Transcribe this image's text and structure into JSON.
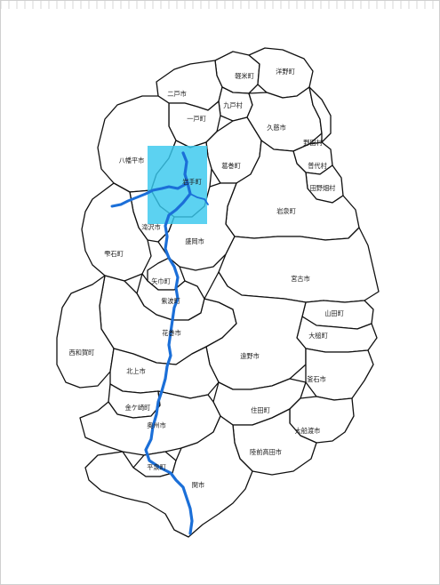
{
  "map": {
    "highlight_color": "#38c8ee",
    "river_color": "#1b6fd8",
    "labels": [
      {
        "key": "karumai",
        "text": "軽米町"
      },
      {
        "key": "hirono",
        "text": "洋野町"
      },
      {
        "key": "ninohe",
        "text": "二戸市"
      },
      {
        "key": "kunohe",
        "text": "九戸村"
      },
      {
        "key": "ichinohe",
        "text": "一戸町"
      },
      {
        "key": "kuji",
        "text": "久慈市"
      },
      {
        "key": "noda",
        "text": "野田村"
      },
      {
        "key": "hachimantai",
        "text": "八幡平市"
      },
      {
        "key": "kuzumaki",
        "text": "葛巻町"
      },
      {
        "key": "fudai",
        "text": "普代村"
      },
      {
        "key": "iwate",
        "text": "岩手町"
      },
      {
        "key": "tanohata",
        "text": "田野畑村"
      },
      {
        "key": "iwaizumi",
        "text": "岩泉町"
      },
      {
        "key": "takizawa",
        "text": "滝沢市"
      },
      {
        "key": "morioka",
        "text": "盛岡市"
      },
      {
        "key": "shizukuishi",
        "text": "雫石町"
      },
      {
        "key": "miyako",
        "text": "宮古市"
      },
      {
        "key": "yahaba",
        "text": "矢巾町"
      },
      {
        "key": "shiwa",
        "text": "紫波町"
      },
      {
        "key": "yamada",
        "text": "山田町"
      },
      {
        "key": "hanamaki",
        "text": "花巻市"
      },
      {
        "key": "otsuchi",
        "text": "大槌町"
      },
      {
        "key": "nishiwaga",
        "text": "西和賀町"
      },
      {
        "key": "tono",
        "text": "遠野市"
      },
      {
        "key": "kitakami",
        "text": "北上市"
      },
      {
        "key": "kamaishi",
        "text": "釜石市"
      },
      {
        "key": "kanegasaki",
        "text": "金ケ崎町"
      },
      {
        "key": "sumita",
        "text": "住田町"
      },
      {
        "key": "oshu",
        "text": "奥州市"
      },
      {
        "key": "ofunato",
        "text": "大船渡市"
      },
      {
        "key": "rikuzentakata",
        "text": "陸前高田市"
      },
      {
        "key": "hiraizumi",
        "text": "平泉町"
      },
      {
        "key": "ichinoseki",
        "text": "関市"
      }
    ]
  }
}
